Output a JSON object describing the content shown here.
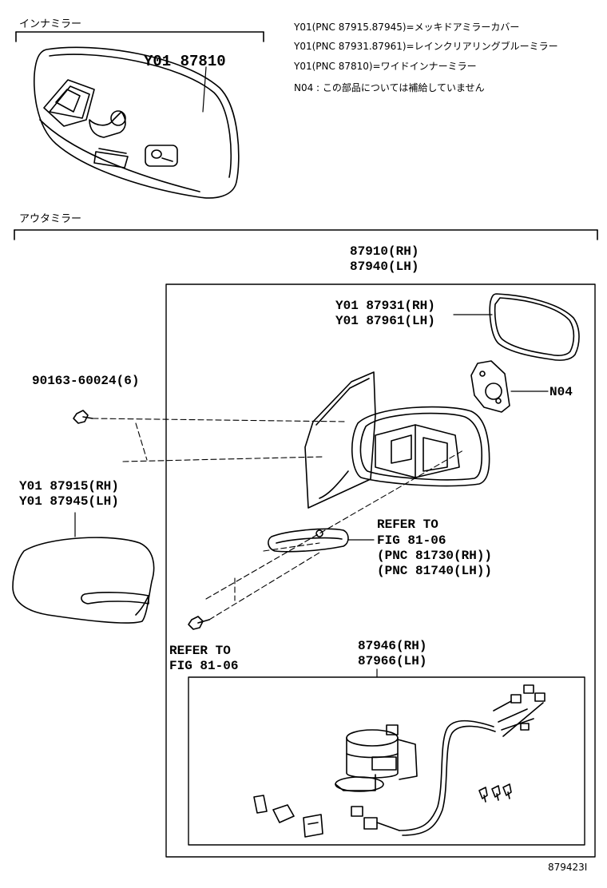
{
  "sections": {
    "inner_mirror": "インナミラー",
    "outer_mirror": "アウタミラー"
  },
  "notes": [
    "Y01(PNC 87915.87945)=メッキドアミラーカバー",
    "Y01(PNC 87931.87961)=レインクリアリングブルーミラー",
    "Y01(PNC 87810)=ワイドインナーミラー",
    "N04 : この部品については補給していません"
  ],
  "parts": {
    "inner_mirror_pn": "Y01 87810",
    "mirror_assy": [
      "87910(RH)",
      "87940(LH)"
    ],
    "mirror_glass": [
      "Y01 87931(RH)",
      "Y01 87961(LH)"
    ],
    "n04": "N04",
    "screw": "90163-60024(6)",
    "mirror_cover": [
      "Y01 87915(RH)",
      "Y01 87945(LH)"
    ],
    "turn_lamp_ref": [
      "REFER TO",
      "FIG 81-06",
      "(PNC 81730(RH))",
      "(PNC 81740(LH))"
    ],
    "bolt_ref": [
      "REFER TO",
      "FIG 81-06"
    ],
    "motor_assy": [
      "87946(RH)",
      "87966(LH)"
    ]
  },
  "figure_id": "879423I"
}
